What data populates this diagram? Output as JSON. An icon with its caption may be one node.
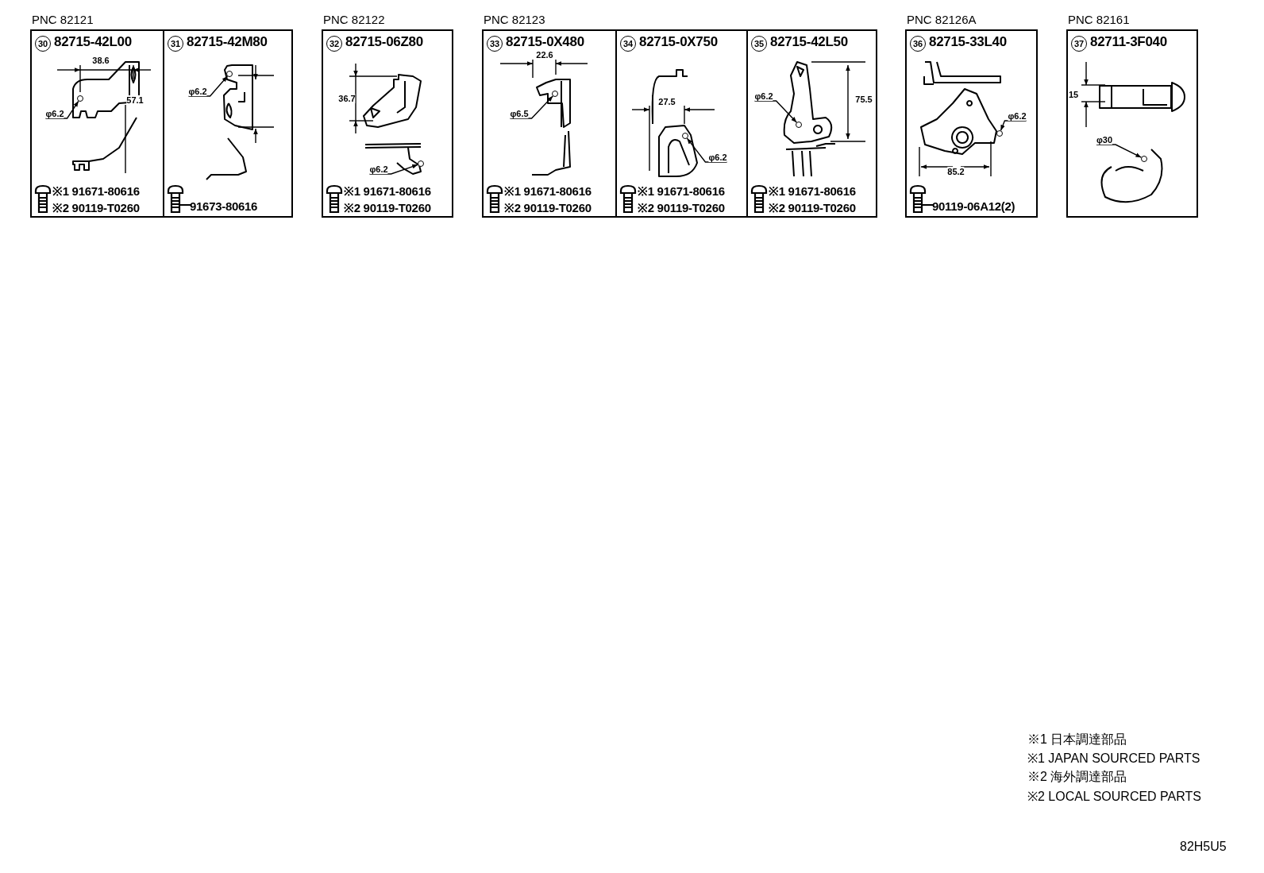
{
  "diagram": {
    "nodes": [
      {
        "text": [
          "PNC 82121"
        ]
      },
      {
        "text": [
          "30",
          "82715-42L00",
          "※1 91671-80616",
          "※2 90119-T0260"
        ],
        "in": 0
      },
      {
        "text": [
          "φ6.2"
        ],
        "in": 1
      },
      {
        "text": [],
        "shape": "circle",
        "in": 1
      },
      {
        "text": [
          "31",
          "82715-42M80",
          "91673-80616"
        ],
        "in": 0
      },
      {
        "text": [
          "φ6.2"
        ],
        "in": 4
      },
      {
        "text": [],
        "shape": "circle",
        "in": 4
      },
      {
        "text": [
          "PNC 82122",
          "32",
          "82715-06Z80",
          "※1 91671-80616",
          "※2 90119-T0260"
        ]
      },
      {
        "text": [
          "φ6.2"
        ],
        "in": 7
      },
      {
        "text": [],
        "shape": "circle",
        "in": 7
      },
      {
        "text": [
          "PNC 82123"
        ]
      },
      {
        "text": [
          "33",
          "82715-0X480",
          "※1 91671-80616",
          "※2 90119-T0260"
        ],
        "in": 10
      },
      {
        "text": [
          "φ6.5"
        ],
        "in": 11
      },
      {
        "text": [],
        "shape": "circle",
        "in": 11
      },
      {
        "text": [
          "34",
          "82715-0X750",
          "※1 91671-80616",
          "※2 90119-T0260"
        ],
        "in": 10
      },
      {
        "text": [
          "φ6.2"
        ],
        "in": 14
      },
      {
        "text": [],
        "shape": "circle",
        "in": 14
      },
      {
        "text": [
          "35",
          "82715-42L50",
          "※1 91671-80616",
          "※2 90119-T0260"
        ],
        "in": 10
      },
      {
        "text": [
          "φ6.2"
        ],
        "in": 17
      },
      {
        "text": [],
        "shape": "circle",
        "in": 17
      },
      {
        "text": [
          "PNC 82126A",
          "36",
          "82715-33L40",
          "90119-06A12(2)"
        ]
      },
      {
        "text": [
          "φ6.2"
        ],
        "in": 20
      },
      {
        "text": [],
        "shape": "circle",
        "in": 20
      },
      {
        "text": [
          "PNC 82161",
          "37",
          "82711-3F040"
        ]
      },
      {
        "text": [
          "φ30"
        ],
        "in": 23
      },
      {
        "text": [],
        "shape": "circle",
        "in": 23
      }
    ],
    "edges": [
      {
        "from": 2,
        "to": 3,
        "arrow": "to"
      },
      {
        "from": 5,
        "to": 6,
        "arrow": "to"
      },
      {
        "from": 8,
        "to": 9,
        "arrow": "to"
      },
      {
        "from": 12,
        "to": 13,
        "arrow": "to"
      },
      {
        "from": 15,
        "to": 16,
        "arrow": "to"
      },
      {
        "from": 18,
        "to": 19,
        "arrow": "to"
      },
      {
        "from": 21,
        "to": 22,
        "arrow": "to"
      },
      {
        "from": 24,
        "to": 25,
        "arrow": "to"
      }
    ],
    "labels": [
      "38.6",
      "57.1",
      "36.7",
      "22.6",
      "27.5",
      "75.5",
      "85.2",
      "15",
      "※1 日本調達部品",
      "※1 JAPAN SOURCED PARTS",
      "※2 海外調達部品",
      "※2 LOCAL SOURCED PARTS",
      "82H5U5"
    ]
  }
}
